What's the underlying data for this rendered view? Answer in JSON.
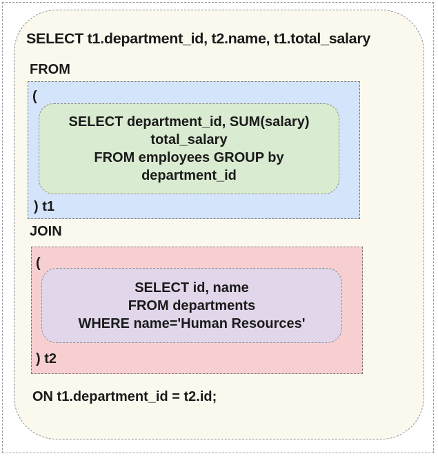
{
  "query": {
    "select_line": "SELECT t1.department_id, t2.name, t1.total_salary",
    "from_keyword": "FROM",
    "join_keyword": "JOIN",
    "on_line": "ON t1.department_id = t2.id;"
  },
  "subquery_t1": {
    "open_paren": "(",
    "close_alias": ") t1",
    "lines": [
      "SELECT department_id, SUM(salary)",
      "total_salary",
      "FROM employees GROUP by",
      "department_id"
    ],
    "box_color": "#d4e4fa",
    "inner_color": "#d9ebd1"
  },
  "subquery_t2": {
    "open_paren": "(",
    "close_alias": ") t2",
    "lines": [
      "SELECT id, name",
      "FROM departments",
      "WHERE name='Human Resources'"
    ],
    "box_color": "#f8cfd1",
    "inner_color": "#e1d6ea"
  }
}
